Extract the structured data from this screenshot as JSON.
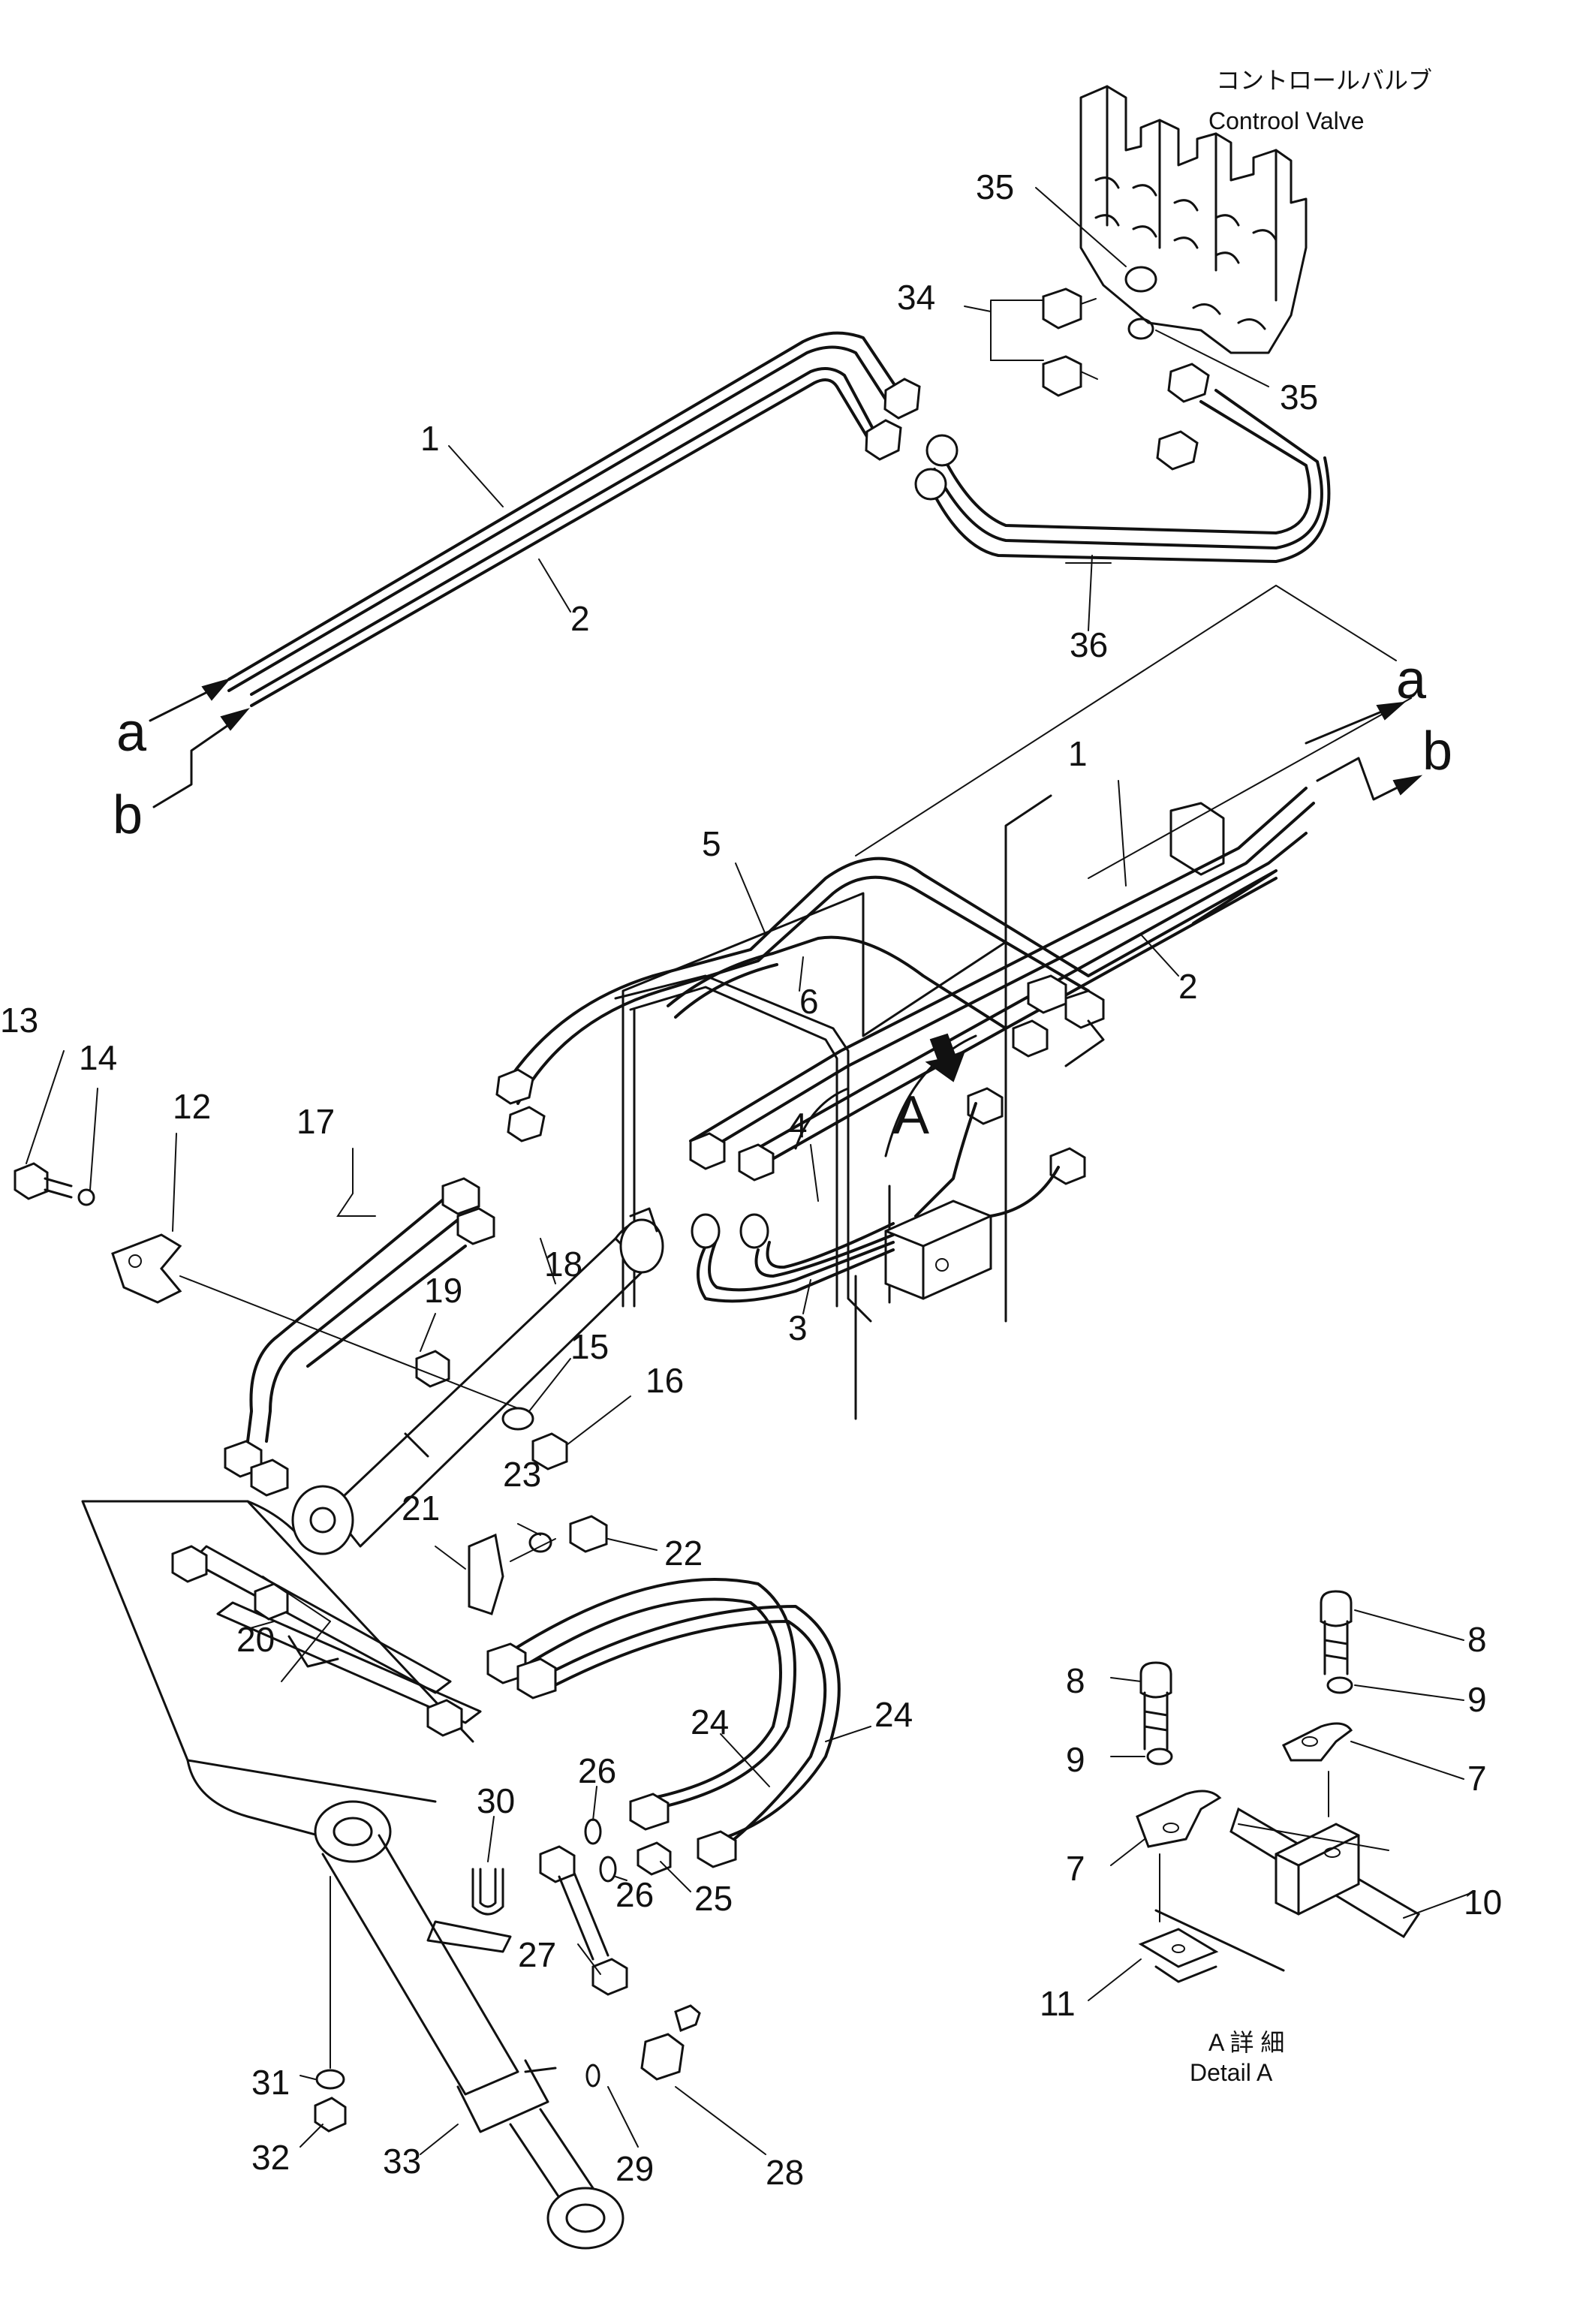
{
  "captions": {
    "control_valve_jp": "コントロールバルブ",
    "control_valve_en": "Controol Valve",
    "detail_jp": "A 詳 細",
    "detail_en": "Detail A",
    "view_marker": "A",
    "arrow_a": "a",
    "arrow_b": "b"
  },
  "part_numbers": [
    "1",
    "2",
    "3",
    "4",
    "5",
    "6",
    "7",
    "8",
    "9",
    "10",
    "11",
    "12",
    "13",
    "14",
    "15",
    "16",
    "17",
    "18",
    "19",
    "20",
    "21",
    "22",
    "23",
    "24",
    "25",
    "26",
    "27",
    "28",
    "29",
    "30",
    "31",
    "32",
    "33",
    "34",
    "35",
    "36"
  ]
}
